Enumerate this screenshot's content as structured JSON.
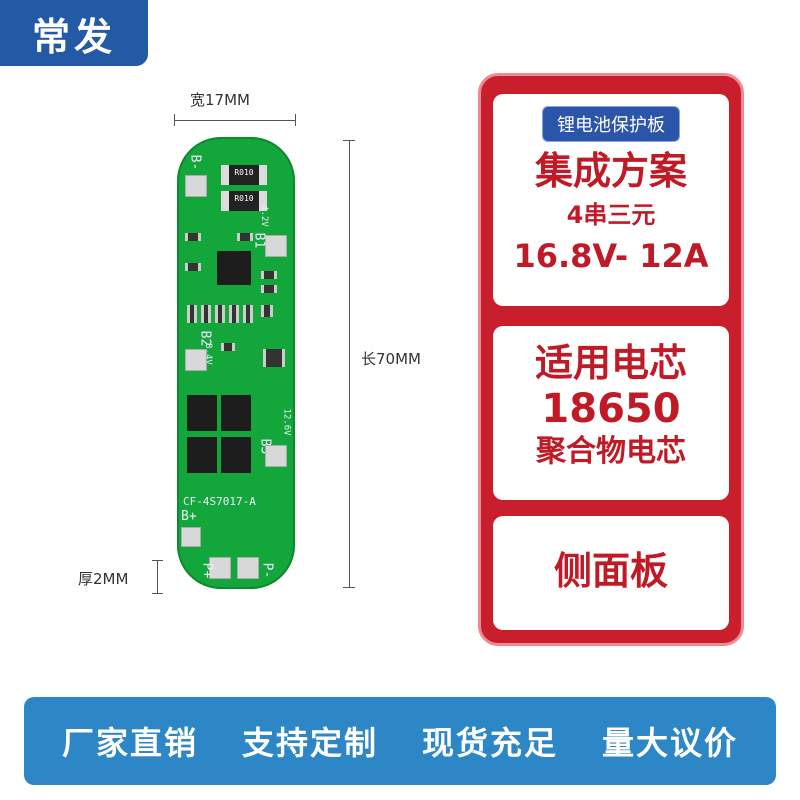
{
  "brand": "常发",
  "dimensions": {
    "width": "宽17MM",
    "length": "长70MM",
    "thickness": "厚2MM"
  },
  "pcb": {
    "model": "CF-4S7017-A",
    "labels": {
      "b_minus": "B-",
      "b1": "B1",
      "b2": "B2",
      "b3": "B3",
      "b_plus": "B+",
      "p_plus": "P+",
      "p_minus": "P-",
      "v42": "4.2V",
      "v84": "8.4V",
      "v126": "12.6V",
      "res1": "R010",
      "res2": "R010"
    }
  },
  "panel": {
    "tag": "锂电池保护板",
    "headline": "集成方案",
    "series": "4串三元",
    "spec": "16.8V- 12A",
    "cell_title": "适用电芯",
    "cell_model": "18650",
    "cell_type": "聚合物电芯",
    "board_type": "侧面板"
  },
  "bottom": [
    "厂家直销",
    "支持定制",
    "现货充足",
    "量大议价"
  ],
  "colors": {
    "brand_blue": "#2459a6",
    "panel_red": "#c91f2c",
    "pcb_green": "#13a63a",
    "bar_blue": "#2d87c6"
  }
}
